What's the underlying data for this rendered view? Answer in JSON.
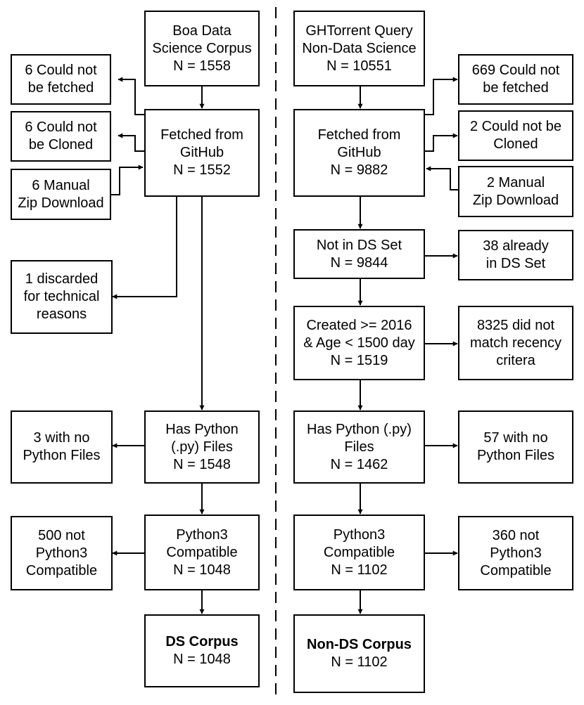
{
  "left": {
    "source": [
      "Boa Data",
      "Science Corpus",
      "N = 1558"
    ],
    "fetched": [
      "Fetched from",
      "GitHub",
      "N = 1552"
    ],
    "has_python": [
      "Has Python",
      "(.py) Files",
      "N = 1548"
    ],
    "python3": [
      "Python3",
      "Compatible",
      "N = 1048"
    ],
    "final_title": "DS Corpus",
    "final_n": "N = 1048",
    "side": {
      "not_fetched": [
        "6 Could not",
        "be fetched"
      ],
      "not_cloned": [
        "6 Could not",
        "be Cloned"
      ],
      "manual_zip": [
        "6 Manual",
        "Zip Download"
      ],
      "discarded": [
        "1 discarded",
        "for technical",
        "reasons"
      ],
      "no_python": [
        "3 with no",
        "Python Files"
      ],
      "not_python3": [
        "500 not",
        "Python3",
        "Compatible"
      ]
    }
  },
  "right": {
    "source": [
      "GHTorrent Query",
      "Non-Data Science",
      "N = 10551"
    ],
    "fetched": [
      "Fetched from",
      "GitHub",
      "N = 9882"
    ],
    "not_in_ds": [
      "Not in DS Set",
      "N = 9844"
    ],
    "created": [
      "Created >= 2016",
      "& Age < 1500 day",
      "N = 1519"
    ],
    "has_python": [
      "Has Python (.py)",
      "Files",
      "N = 1462"
    ],
    "python3": [
      "Python3",
      "Compatible",
      "N = 1102"
    ],
    "final_title": "Non-DS Corpus",
    "final_n": "N = 1102",
    "side": {
      "not_fetched": [
        "669 Could not",
        "be fetched"
      ],
      "not_cloned": [
        "2 Could not be",
        "Cloned"
      ],
      "manual_zip": [
        "2 Manual",
        "Zip Download"
      ],
      "already_in_ds": [
        "38 already",
        "in DS Set"
      ],
      "recency": [
        "8325 did not",
        "match recency",
        "critera"
      ],
      "no_python": [
        "57 with no",
        "Python Files"
      ],
      "not_python3": [
        "360 not",
        "Python3",
        "Compatible"
      ]
    }
  }
}
